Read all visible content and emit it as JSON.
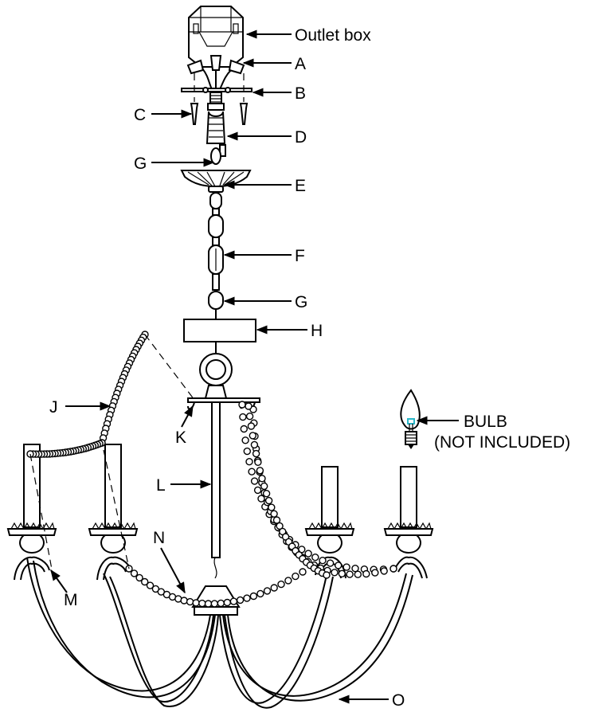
{
  "labels": {
    "outlet_box": "Outlet  box",
    "A": "A",
    "B": "B",
    "C": "C",
    "D": "D",
    "E": "E",
    "F": "F",
    "G_top": "G",
    "G_mid": "G",
    "H": "H",
    "J": "J",
    "K": "K",
    "L": "L",
    "M": "M",
    "N": "N",
    "O": "O",
    "bulb_line1": "BULB",
    "bulb_line2": "(NOT INCLUDED)"
  },
  "colors": {
    "line": "#000000",
    "bulb_filament": "#29b6c8",
    "background": "#ffffff"
  }
}
